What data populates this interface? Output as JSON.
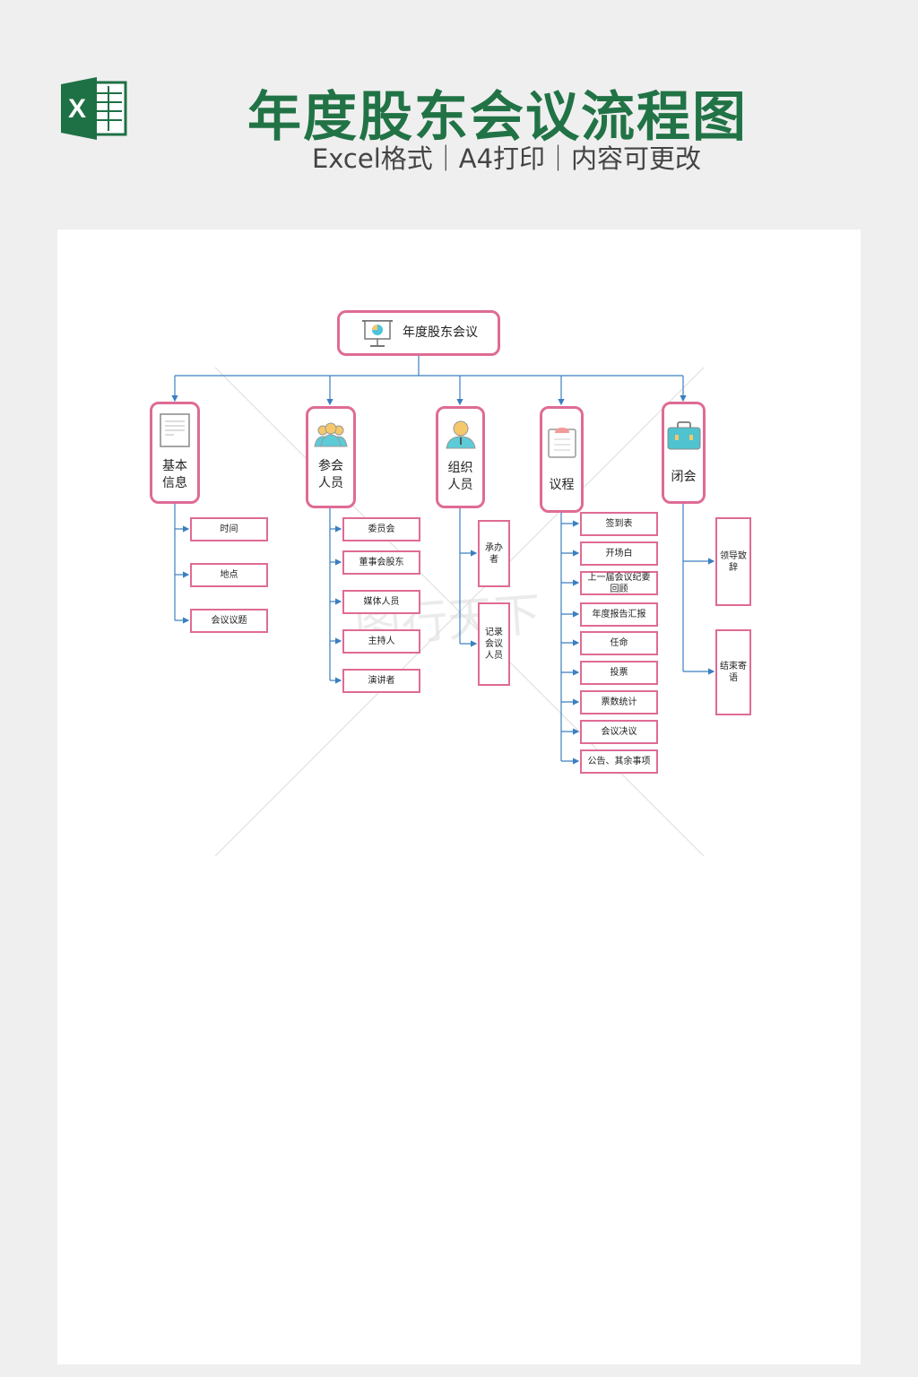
{
  "header": {
    "title": "年度股东会议流程图",
    "subtitle": "Excel格式｜A4打印｜内容可更改",
    "logo_letter": "X"
  },
  "root": {
    "label": "年度股东会议"
  },
  "branches": [
    {
      "label": "基本信息",
      "line1": "基本",
      "line2": "信息",
      "children": [
        "时间",
        "地点",
        "会议议题"
      ]
    },
    {
      "label": "参会人员",
      "line1": "参会",
      "line2": "人员",
      "children": [
        "委员会",
        "董事会股东",
        "媒体人员",
        "主持人",
        "演讲者"
      ]
    },
    {
      "label": "组织人员",
      "line1": "组织",
      "line2": "人员",
      "children": [
        "承办者",
        "记录会议人员"
      ]
    },
    {
      "label": "议程",
      "line1": "议程",
      "children": [
        "签到表",
        "开场白",
        "上一届会议纪要回顾",
        "年度报告汇报",
        "任命",
        "投票",
        "票数统计",
        "会议决议",
        "公告、其余事项"
      ]
    },
    {
      "label": "闭会",
      "line1": "闭会",
      "children": [
        "领导致辞",
        "结束寄语"
      ]
    }
  ],
  "colors": {
    "title": "#217346",
    "border": "#df6b95",
    "line": "#3b7fc0"
  }
}
